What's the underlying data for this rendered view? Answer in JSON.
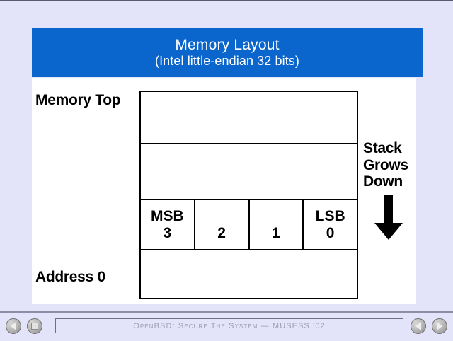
{
  "slide": {
    "title_line1": "Memory Layout",
    "title_line2": "(Intel little-endian 32 bits)",
    "title_bg_color": "#0a65cc",
    "title_text_color": "#ffffff",
    "page_bg_color": "#e3e3fa",
    "body_bg_color": "#ffffff",
    "labels": {
      "memory_top": "Memory Top",
      "address_zero": "Address 0"
    },
    "memory_table": {
      "rows": [
        {
          "type": "blank",
          "cells": []
        },
        {
          "type": "blank",
          "cells": []
        },
        {
          "type": "bytes",
          "cells": [
            {
              "tag": "MSB",
              "num": "3"
            },
            {
              "tag": "",
              "num": "2"
            },
            {
              "tag": "",
              "num": "1"
            },
            {
              "tag": "LSB",
              "num": "0"
            }
          ]
        },
        {
          "type": "blank",
          "cells": []
        }
      ]
    },
    "stack_note": {
      "line1": "Stack",
      "line2": "Grows",
      "line3": "Down",
      "arrow": "down-arrow-icon"
    }
  },
  "toolbar": {
    "status_text": "OpenBSD: Secure The System — MUSESS '02",
    "buttons": [
      {
        "name": "first-slide-button",
        "icon": "triangle-left-icon"
      },
      {
        "name": "stop-button",
        "icon": "square-icon"
      },
      {
        "name": "previous-slide-button",
        "icon": "triangle-left-icon"
      },
      {
        "name": "next-slide-button",
        "icon": "triangle-right-icon"
      }
    ]
  }
}
